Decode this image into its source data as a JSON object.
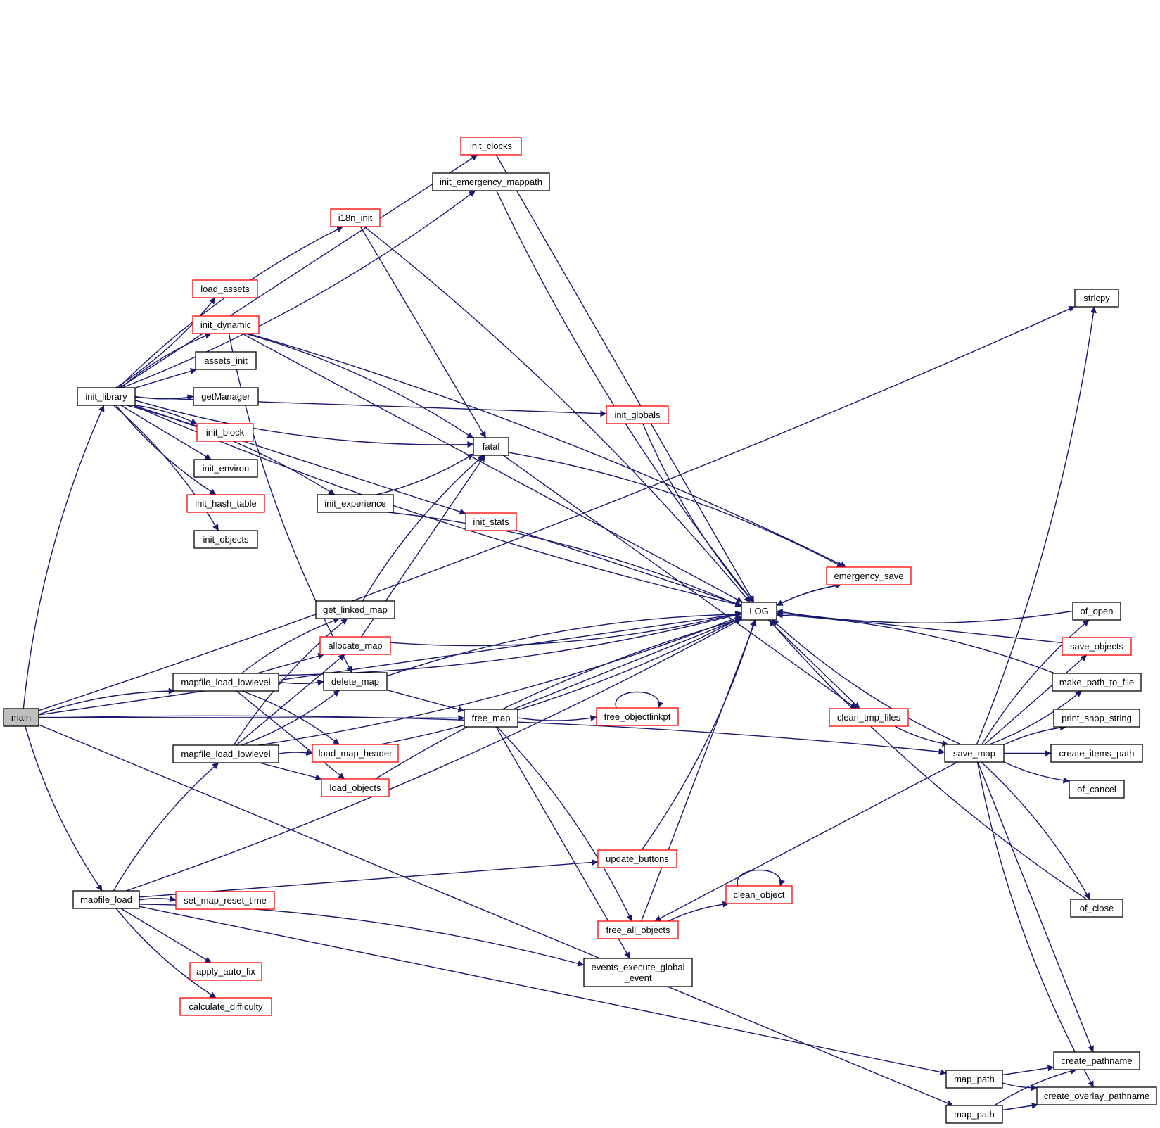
{
  "colors": {
    "edge": "#191970",
    "node_fill": "#ffffff",
    "root_fill": "#bfbfbf",
    "normal_border": "#000000",
    "truncated_border": "#ff0000",
    "text": "#000000"
  },
  "legend_note": "",
  "nodes": {
    "main": {
      "label": "main",
      "style": "root"
    },
    "init_library": {
      "label": "init_library",
      "style": "normal"
    },
    "mapfile_load_lowlevel_1": {
      "label": "mapfile_load_lowlevel",
      "style": "normal"
    },
    "mapfile_load_lowlevel_2": {
      "label": "mapfile_load_lowlevel",
      "style": "normal"
    },
    "mapfile_load": {
      "label": "mapfile_load",
      "style": "normal"
    },
    "load_assets": {
      "label": "load_assets",
      "style": "truncated"
    },
    "init_dynamic": {
      "label": "init_dynamic",
      "style": "truncated"
    },
    "assets_init": {
      "label": "assets_init",
      "style": "normal"
    },
    "getManager": {
      "label": "getManager",
      "style": "normal"
    },
    "init_block": {
      "label": "init_block",
      "style": "truncated"
    },
    "init_environ": {
      "label": "init_environ",
      "style": "normal"
    },
    "init_hash_table": {
      "label": "init_hash_table",
      "style": "truncated"
    },
    "init_objects": {
      "label": "init_objects",
      "style": "normal"
    },
    "set_map_reset_time": {
      "label": "set_map_reset_time",
      "style": "truncated"
    },
    "apply_auto_fix": {
      "label": "apply_auto_fix",
      "style": "truncated"
    },
    "calculate_difficulty": {
      "label": "calculate_difficulty",
      "style": "truncated"
    },
    "i18n_init": {
      "label": "i18n_init",
      "style": "truncated"
    },
    "init_experience": {
      "label": "init_experience",
      "style": "normal"
    },
    "get_linked_map": {
      "label": "get_linked_map",
      "style": "normal"
    },
    "allocate_map": {
      "label": "allocate_map",
      "style": "truncated"
    },
    "delete_map": {
      "label": "delete_map",
      "style": "normal"
    },
    "load_map_header": {
      "label": "load_map_header",
      "style": "truncated"
    },
    "load_objects": {
      "label": "load_objects",
      "style": "truncated"
    },
    "init_clocks": {
      "label": "init_clocks",
      "style": "truncated"
    },
    "init_emergency_mappath": {
      "label": "init_emergency_mappath",
      "style": "normal"
    },
    "fatal": {
      "label": "fatal",
      "style": "normal"
    },
    "init_stats": {
      "label": "init_stats",
      "style": "truncated"
    },
    "free_map": {
      "label": "free_map",
      "style": "normal"
    },
    "events_execute_global_event": {
      "label": "events_execute_global\n_event",
      "style": "normal"
    },
    "init_globals": {
      "label": "init_globals",
      "style": "truncated"
    },
    "free_objectlinkpt": {
      "label": "free_objectlinkpt",
      "style": "truncated"
    },
    "update_buttons": {
      "label": "update_buttons",
      "style": "truncated"
    },
    "clean_object": {
      "label": "clean_object",
      "style": "truncated"
    },
    "free_all_objects": {
      "label": "free_all_objects",
      "style": "truncated"
    },
    "LOG": {
      "label": "LOG",
      "style": "normal"
    },
    "emergency_save": {
      "label": "emergency_save",
      "style": "truncated"
    },
    "clean_tmp_files": {
      "label": "clean_tmp_files",
      "style": "truncated"
    },
    "save_map": {
      "label": "save_map",
      "style": "normal"
    },
    "map_path_1": {
      "label": "map_path",
      "style": "normal"
    },
    "map_path_2": {
      "label": "map_path",
      "style": "normal"
    },
    "strlcpy": {
      "label": "strlcpy",
      "style": "normal"
    },
    "of_open": {
      "label": "of_open",
      "style": "normal"
    },
    "save_objects": {
      "label": "save_objects",
      "style": "truncated"
    },
    "make_path_to_file": {
      "label": "make_path_to_file",
      "style": "normal"
    },
    "print_shop_string": {
      "label": "print_shop_string",
      "style": "normal"
    },
    "create_items_path": {
      "label": "create_items_path",
      "style": "normal"
    },
    "of_cancel": {
      "label": "of_cancel",
      "style": "normal"
    },
    "of_close": {
      "label": "of_close",
      "style": "normal"
    },
    "create_pathname": {
      "label": "create_pathname",
      "style": "normal"
    },
    "create_overlay_pathname": {
      "label": "create_overlay_pathname",
      "style": "normal"
    }
  },
  "edges": [
    [
      "main",
      "init_library"
    ],
    [
      "main",
      "LOG"
    ],
    [
      "main",
      "strlcpy"
    ],
    [
      "main",
      "mapfile_load_lowlevel_1"
    ],
    [
      "main",
      "free_map"
    ],
    [
      "main",
      "mapfile_load"
    ],
    [
      "main",
      "save_map"
    ],
    [
      "main",
      "map_path_2"
    ],
    [
      "init_library",
      "load_assets"
    ],
    [
      "init_library",
      "init_dynamic"
    ],
    [
      "init_library",
      "assets_init"
    ],
    [
      "init_library",
      "getManager"
    ],
    [
      "init_library",
      "init_block"
    ],
    [
      "init_library",
      "init_environ"
    ],
    [
      "init_library",
      "init_hash_table"
    ],
    [
      "init_library",
      "init_objects"
    ],
    [
      "init_library",
      "init_clocks"
    ],
    [
      "init_library",
      "init_emergency_mappath"
    ],
    [
      "init_library",
      "i18n_init"
    ],
    [
      "init_library",
      "init_globals"
    ],
    [
      "init_library",
      "fatal"
    ],
    [
      "init_library",
      "init_experience"
    ],
    [
      "init_library",
      "init_stats"
    ],
    [
      "init_library",
      "LOG"
    ],
    [
      "init_dynamic",
      "fatal"
    ],
    [
      "init_dynamic",
      "LOG"
    ],
    [
      "init_dynamic",
      "delete_map"
    ],
    [
      "init_dynamic",
      "emergency_save"
    ],
    [
      "init_clocks",
      "LOG"
    ],
    [
      "init_emergency_mappath",
      "LOG"
    ],
    [
      "i18n_init",
      "LOG"
    ],
    [
      "i18n_init",
      "fatal"
    ],
    [
      "init_experience",
      "fatal"
    ],
    [
      "init_experience",
      "LOG"
    ],
    [
      "init_stats",
      "LOG"
    ],
    [
      "init_globals",
      "LOG"
    ],
    [
      "mapfile_load_lowlevel_1",
      "get_linked_map"
    ],
    [
      "mapfile_load_lowlevel_1",
      "allocate_map"
    ],
    [
      "mapfile_load_lowlevel_1",
      "delete_map"
    ],
    [
      "mapfile_load_lowlevel_1",
      "load_map_header"
    ],
    [
      "mapfile_load_lowlevel_1",
      "load_objects"
    ],
    [
      "mapfile_load_lowlevel_1",
      "LOG"
    ],
    [
      "mapfile_load_lowlevel_2",
      "get_linked_map"
    ],
    [
      "mapfile_load_lowlevel_2",
      "allocate_map"
    ],
    [
      "mapfile_load_lowlevel_2",
      "delete_map"
    ],
    [
      "mapfile_load_lowlevel_2",
      "load_map_header"
    ],
    [
      "mapfile_load_lowlevel_2",
      "load_objects"
    ],
    [
      "mapfile_load_lowlevel_2",
      "LOG"
    ],
    [
      "get_linked_map",
      "fatal"
    ],
    [
      "allocate_map",
      "fatal"
    ],
    [
      "allocate_map",
      "LOG"
    ],
    [
      "delete_map",
      "LOG"
    ],
    [
      "delete_map",
      "free_map"
    ],
    [
      "load_map_header",
      "LOG"
    ],
    [
      "load_objects",
      "LOG"
    ],
    [
      "free_map",
      "LOG"
    ],
    [
      "free_map",
      "free_objectlinkpt"
    ],
    [
      "free_map",
      "free_all_objects"
    ],
    [
      "free_map",
      "events_execute_global_event"
    ],
    [
      "free_objectlinkpt",
      "free_objectlinkpt"
    ],
    [
      "mapfile_load",
      "mapfile_load_lowlevel_2"
    ],
    [
      "mapfile_load",
      "update_buttons"
    ],
    [
      "mapfile_load",
      "LOG"
    ],
    [
      "mapfile_load",
      "set_map_reset_time"
    ],
    [
      "mapfile_load",
      "apply_auto_fix"
    ],
    [
      "mapfile_load",
      "calculate_difficulty"
    ],
    [
      "mapfile_load",
      "events_execute_global_event"
    ],
    [
      "mapfile_load",
      "map_path_1"
    ],
    [
      "update_buttons",
      "LOG"
    ],
    [
      "free_all_objects",
      "clean_object"
    ],
    [
      "free_all_objects",
      "LOG"
    ],
    [
      "clean_object",
      "clean_object"
    ],
    [
      "fatal",
      "emergency_save"
    ],
    [
      "fatal",
      "clean_tmp_files"
    ],
    [
      "emergency_save",
      "LOG"
    ],
    [
      "LOG",
      "emergency_save"
    ],
    [
      "LOG",
      "clean_tmp_files"
    ],
    [
      "clean_tmp_files",
      "save_map"
    ],
    [
      "save_map",
      "LOG"
    ],
    [
      "save_map",
      "free_all_objects"
    ],
    [
      "save_map",
      "strlcpy"
    ],
    [
      "save_map",
      "of_open"
    ],
    [
      "save_map",
      "save_objects"
    ],
    [
      "save_map",
      "make_path_to_file"
    ],
    [
      "save_map",
      "print_shop_string"
    ],
    [
      "save_map",
      "create_items_path"
    ],
    [
      "save_map",
      "of_cancel"
    ],
    [
      "save_map",
      "of_close"
    ],
    [
      "save_map",
      "create_pathname"
    ],
    [
      "save_map",
      "create_overlay_pathname"
    ],
    [
      "of_open",
      "LOG"
    ],
    [
      "save_objects",
      "LOG"
    ],
    [
      "make_path_to_file",
      "LOG"
    ],
    [
      "of_close",
      "LOG"
    ],
    [
      "map_path_1",
      "create_pathname"
    ],
    [
      "map_path_1",
      "create_overlay_pathname"
    ],
    [
      "map_path_2",
      "create_pathname"
    ],
    [
      "map_path_2",
      "create_overlay_pathname"
    ]
  ]
}
